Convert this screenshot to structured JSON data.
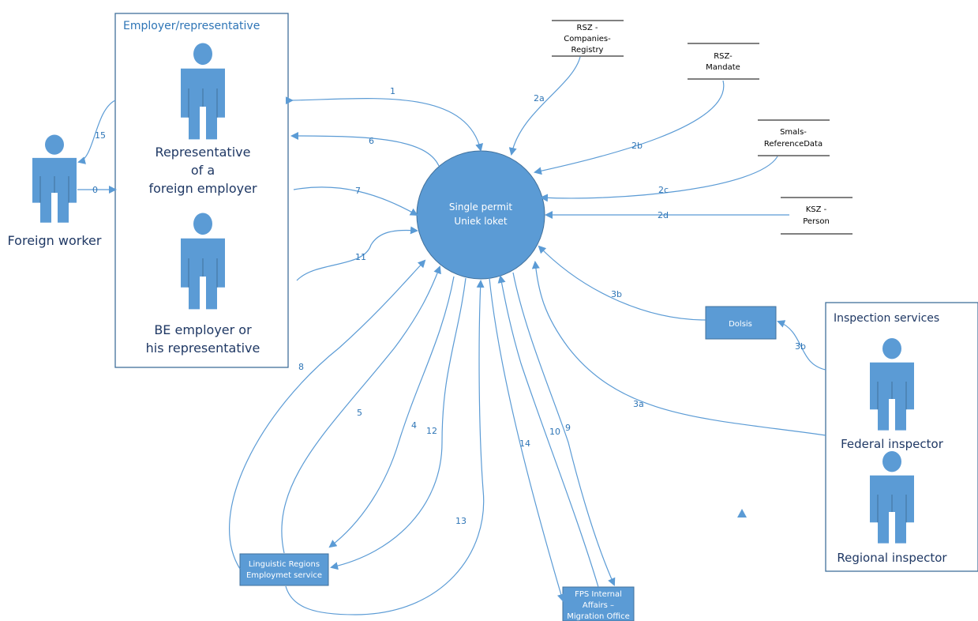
{
  "colors": {
    "shape": "#5b9bd5",
    "shape_dark": "#41719c",
    "text": "#1f3864",
    "edge": "#5b9bd5",
    "box_text": "#ffffff"
  },
  "employer_box": {
    "title": "Employer/representative"
  },
  "inspection_box": {
    "title": "Inspection services"
  },
  "actors": {
    "foreign_worker": "Foreign worker",
    "representative": [
      "Representative",
      "of a",
      "foreign employer"
    ],
    "be_employer": [
      "BE employer or",
      "his representative"
    ],
    "federal_inspector": "Federal inspector",
    "regional_inspector": "Regional inspector"
  },
  "center": {
    "lines": [
      "Single permit",
      "Uniek loket"
    ]
  },
  "datastores": {
    "rsz_companies": [
      "RSZ -",
      "Companies-",
      "Registry"
    ],
    "rsz_mandate": [
      "RSZ-",
      "Mandate"
    ],
    "smals": [
      "Smals-",
      "ReferenceData"
    ],
    "ksz": [
      "KSZ -",
      "Person"
    ]
  },
  "boxes": {
    "dolsis": [
      "Dolsis"
    ],
    "linguistic": [
      "Linguistic Regions",
      "Employmet service"
    ],
    "fps": [
      "FPS Internal",
      "Affairs –",
      "Migration Office"
    ]
  },
  "flows": {
    "f1": "1",
    "f2a": "2a",
    "f2b": "2b",
    "f2c": "2c",
    "f2d": "2d",
    "f3b_top": "3b",
    "f3b_bottom": "3b",
    "f3a": "3a",
    "f4": "4",
    "f5": "5",
    "f6": "6",
    "f7": "7",
    "f8": "8",
    "f9": "9",
    "f10": "10",
    "f11": "11",
    "f12": "12",
    "f13": "13",
    "f14": "14",
    "f15": "15",
    "f0": "0"
  }
}
